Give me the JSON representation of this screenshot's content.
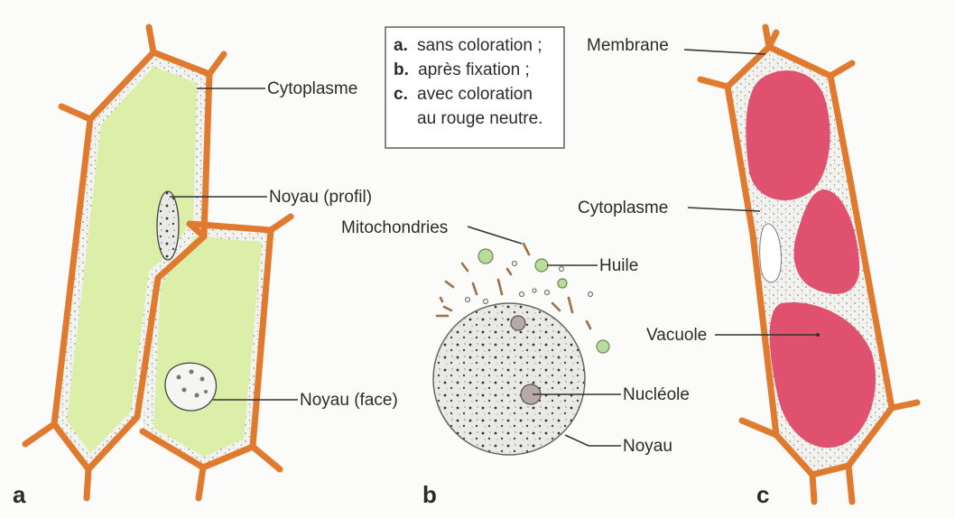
{
  "legend": {
    "a_key": "a.",
    "a_text": "sans coloration ;",
    "b_key": "b.",
    "b_text": "après fixation ;",
    "c_key": "c.",
    "c_text": "avec coloration",
    "c_text2": "au rouge neutre."
  },
  "panel_a": {
    "letter": "a",
    "cytoplasme": "Cytoplasme",
    "noyau_profil": "Noyau (profil)",
    "noyau_face": "Noyau (face)"
  },
  "panel_b": {
    "letter": "b",
    "mitochondries": "Mitochondries",
    "huile": "Huile",
    "nucleole": "Nucléole",
    "noyau": "Noyau"
  },
  "panel_c": {
    "letter": "c",
    "membrane": "Membrane",
    "cytoplasme": "Cytoplasme",
    "vacuole": "Vacuole"
  },
  "colors": {
    "cell_wall": "#e07a2e",
    "vacuole_green": "#dcefa8",
    "vacuole_red": "#e0516f",
    "oil_green": "#b9dc9a"
  }
}
